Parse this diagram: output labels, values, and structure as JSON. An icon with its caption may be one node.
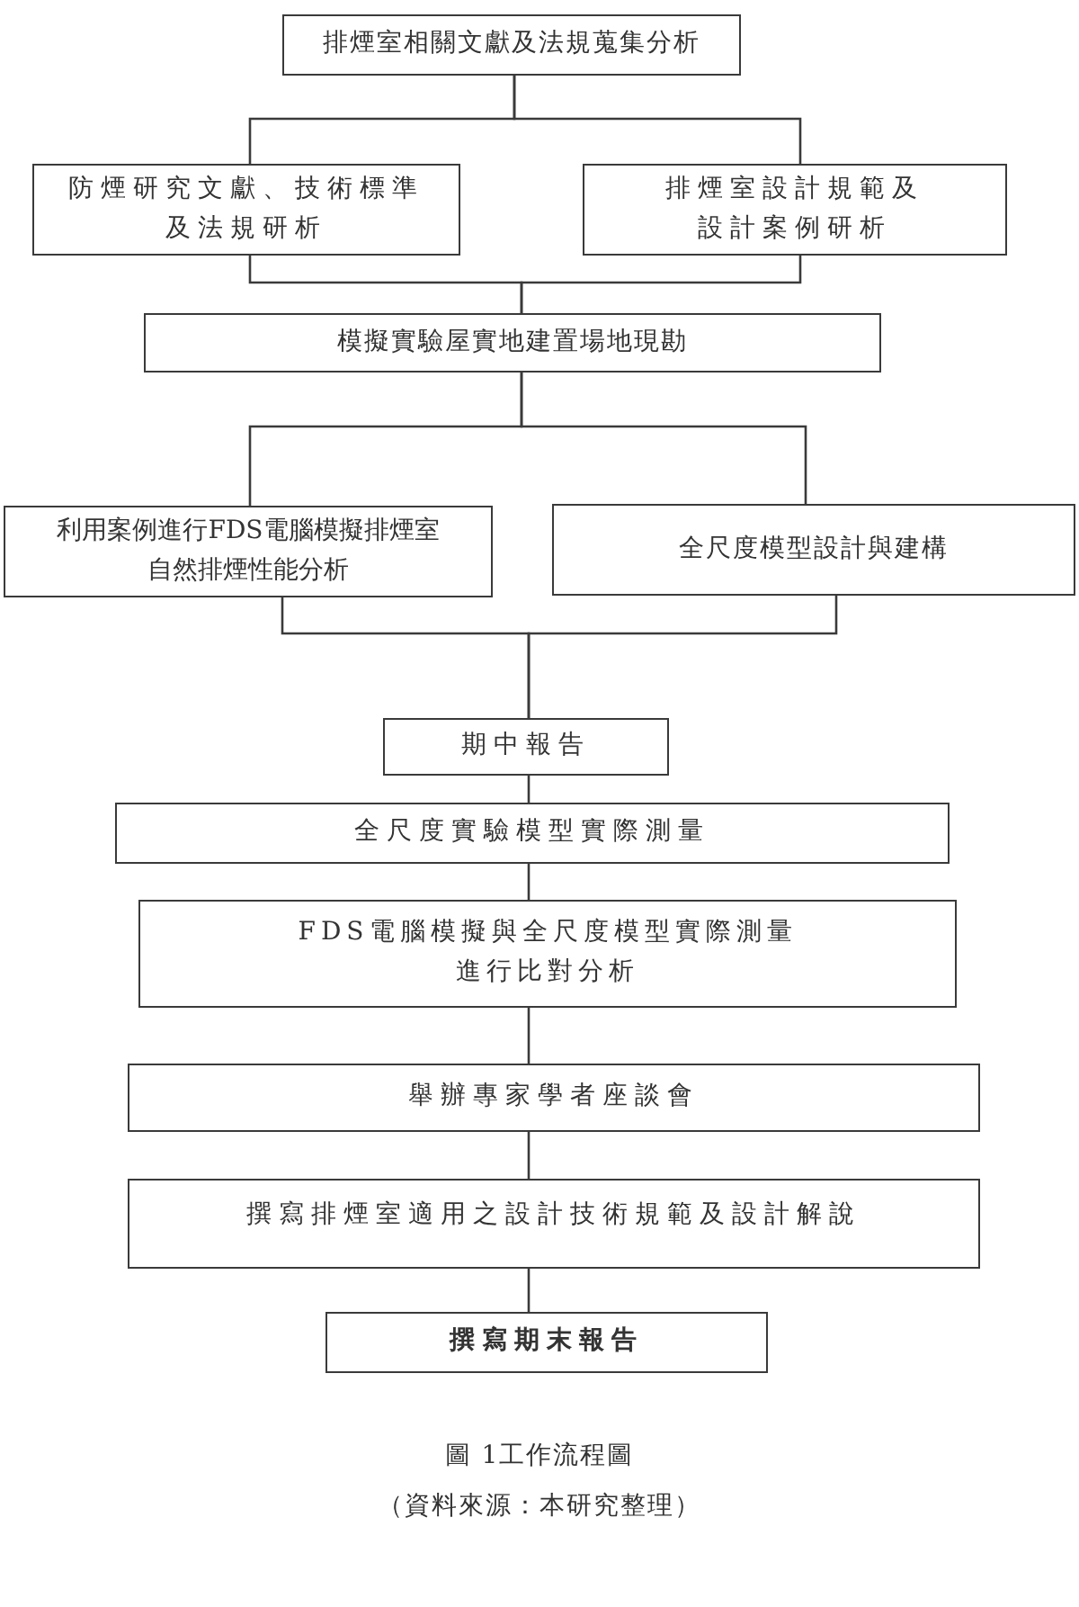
{
  "diagram": {
    "caption": "圖 1工作流程圖",
    "nodes": [
      {
        "text": [
          "排煙室相關文獻及法規蒐集分析"
        ]
      },
      {
        "text": [
          "防煙研究文獻、技術標準及法規研析"
        ]
      },
      {
        "text": [
          "排煙室設計規範及設計案例研析"
        ]
      },
      {
        "text": [
          "模擬實驗屋實地建置場地現勘"
        ]
      },
      {
        "text": [
          "利用案例進行FDS電腦模擬排煙室自然排煙性能分析"
        ]
      },
      {
        "text": [
          "全尺度模型設計與建構"
        ]
      },
      {
        "text": [
          "期中報告"
        ]
      },
      {
        "text": [
          "全尺度實驗模型實際測量"
        ]
      },
      {
        "text": [
          "FDS電腦模擬與全尺度模型實際測量進行比對分析"
        ]
      },
      {
        "text": [
          "舉辦專家學者座談會"
        ]
      },
      {
        "text": [
          "撰寫排煙室適用之設計技術規範及設計解說"
        ]
      },
      {
        "text": [
          "撰寫期末報告"
        ]
      }
    ],
    "edges": [
      {
        "from": 0,
        "to": 1,
        "arrow": "none"
      },
      {
        "from": 0,
        "to": 2,
        "arrow": "none"
      },
      {
        "from": 1,
        "to": 3,
        "arrow": "none"
      },
      {
        "from": 2,
        "to": 3,
        "arrow": "none"
      },
      {
        "from": 3,
        "to": 4,
        "arrow": "none"
      },
      {
        "from": 3,
        "to": 5,
        "arrow": "none"
      },
      {
        "from": 4,
        "to": 6,
        "arrow": "none"
      },
      {
        "from": 5,
        "to": 6,
        "arrow": "none"
      },
      {
        "from": 6,
        "to": 7,
        "arrow": "none"
      },
      {
        "from": 7,
        "to": 8,
        "arrow": "none"
      },
      {
        "from": 8,
        "to": 9,
        "arrow": "none"
      },
      {
        "from": 9,
        "to": 10,
        "arrow": "none"
      },
      {
        "from": 10,
        "to": 11,
        "arrow": "none"
      }
    ],
    "labels": [
      "（資料來源：本研究整理）"
    ]
  }
}
